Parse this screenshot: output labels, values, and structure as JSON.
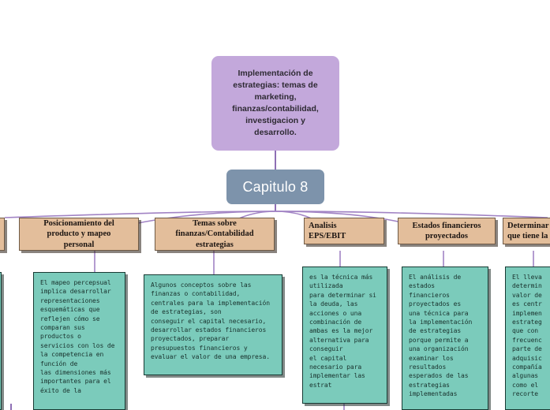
{
  "colors": {
    "root_fill": "#c3a8db",
    "chapter_fill": "#7d93ab",
    "branch_fill": "#e3be9b",
    "body_fill": "#7bcbbb",
    "connector": "#8e6fb5",
    "canvas": "#ffffff"
  },
  "root": {
    "label": "Implementación de\nestrategias: temas de\nmarketing,\nfinanzas/contabilidad,\ninvestigacion y\ndesarrollo."
  },
  "chapter": {
    "label": "Capitulo 8"
  },
  "branches": [
    {
      "id": "branch-0-clipped",
      "header": "",
      "body": ""
    },
    {
      "id": "branch-posicionamiento",
      "header": "Posicionamiento del\nproducto y mapeo\npersonal",
      "body": "El mapeo percepsual\nimplica desarrollar\nrepresentaciones\nesquemáticas que\nreflejen cómo se\ncomparan sus\nproductos o\nservicios con los de\nla competencia en\nfunción de\nlas dimensiones más\nimportantes para el\néxito de la"
    },
    {
      "id": "branch-finanzas",
      "header": "Temas sobre\nfinanzas/Contabilidad\nestrategias",
      "body": "Algunos conceptos sobre las\nfinanzas o contabilidad,\ncentrales para la implementación\nde estrategias, son\nconseguir el capital necesario,\ndesarrollar estados financieros\nproyectados, preparar\npresupuestos financieros y\nevaluar el valor de una empresa."
    },
    {
      "id": "branch-eps-ebit",
      "header": "Analisis\nEPS/EBIT",
      "body": "es la técnica más\nutilizada\npara determinar si\nla deuda, las\nacciones o una\ncombinación de\nambas es la mejor\nalternativa para\nconseguir\nel capital\nnecesario para\nimplementar las\nestrat"
    },
    {
      "id": "branch-estados-financieros",
      "header": "Estados financieros\nproyectados",
      "body": "El análisis de\nestados\nfinancieros\nproyectados es\nuna técnica para\nla implementación\nde estrategias\nporque permite a\nuna organización\nexaminar los\nresultados\nesperados de las\nestrategias\nimplementadas"
    },
    {
      "id": "branch-determinar-valor",
      "header": "Determinar\nque tiene la",
      "body": "El lleva\ndetermin\nvalor de\nes centr\nimplemen\nestrateg\nque con\nfrecuenc\nparte de\nadquisic\ncompañía\nalgunas\ncomo el\nrecorte"
    }
  ]
}
